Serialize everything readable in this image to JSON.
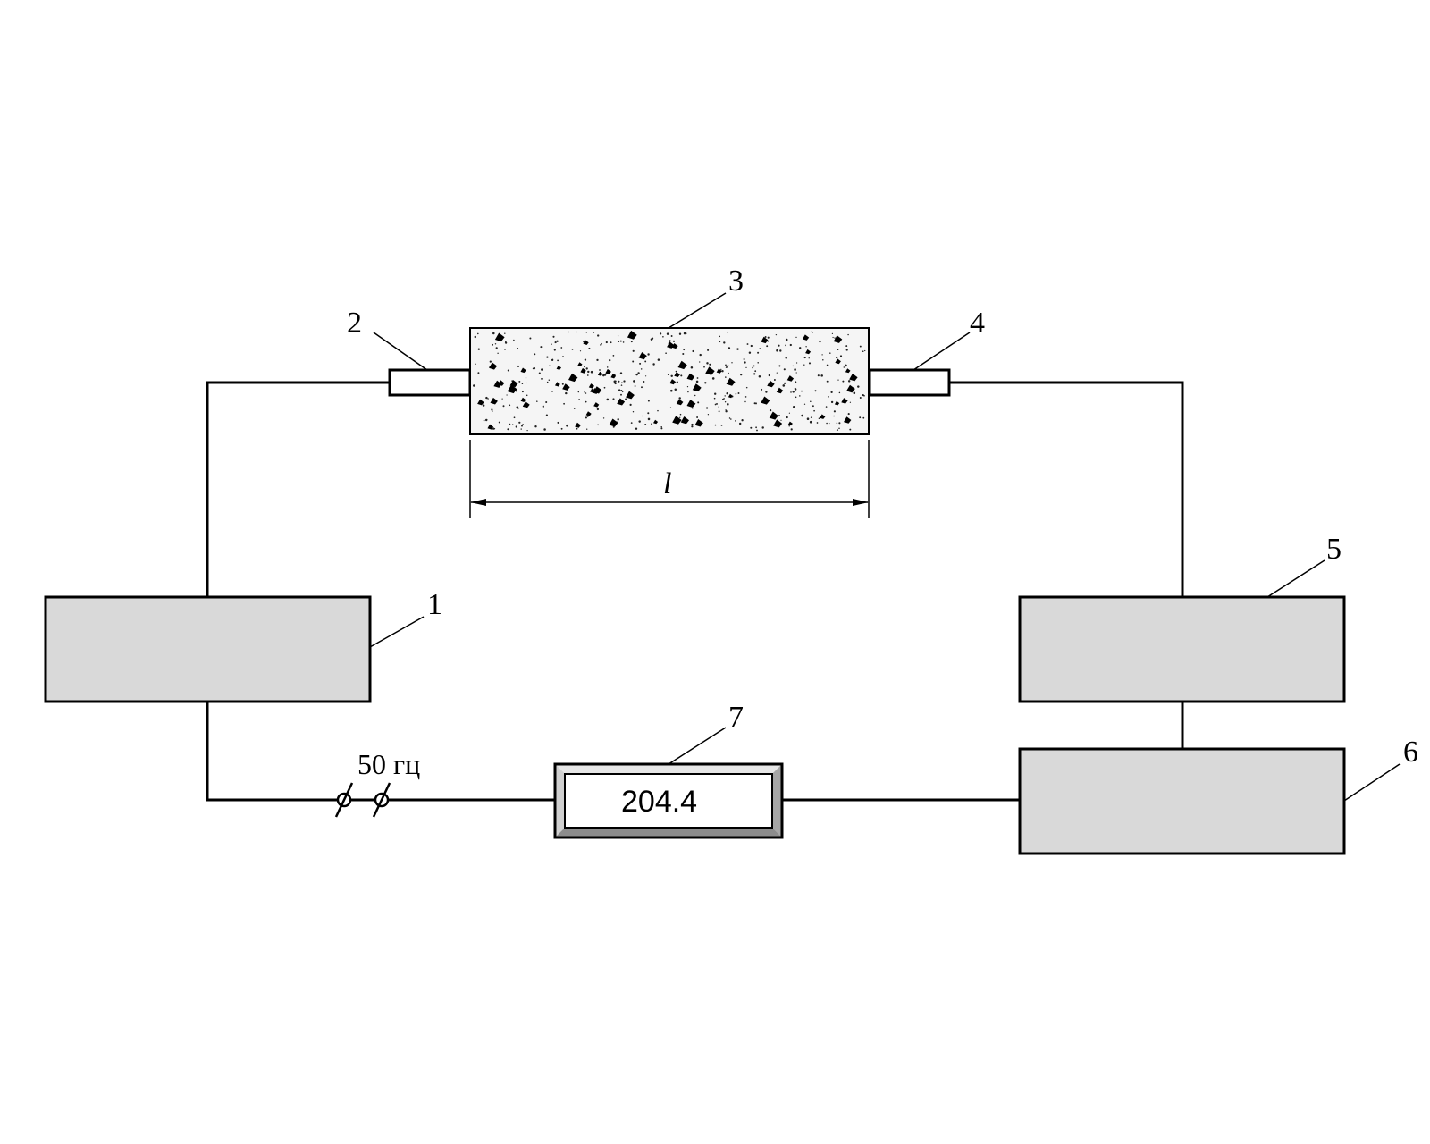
{
  "diagram": {
    "labels": {
      "generator": "1",
      "electrode_left": "2",
      "sample": "3",
      "electrode_right": "4",
      "amplifier": "5",
      "processor": "6",
      "meter": "7"
    },
    "length_symbol": "l",
    "frequency_label": "50 гц",
    "meter_reading": "204.4"
  },
  "colors": {
    "block_fill": "#d9d9d9",
    "sample_fill": "#f2f2f2",
    "line": "#000000"
  }
}
